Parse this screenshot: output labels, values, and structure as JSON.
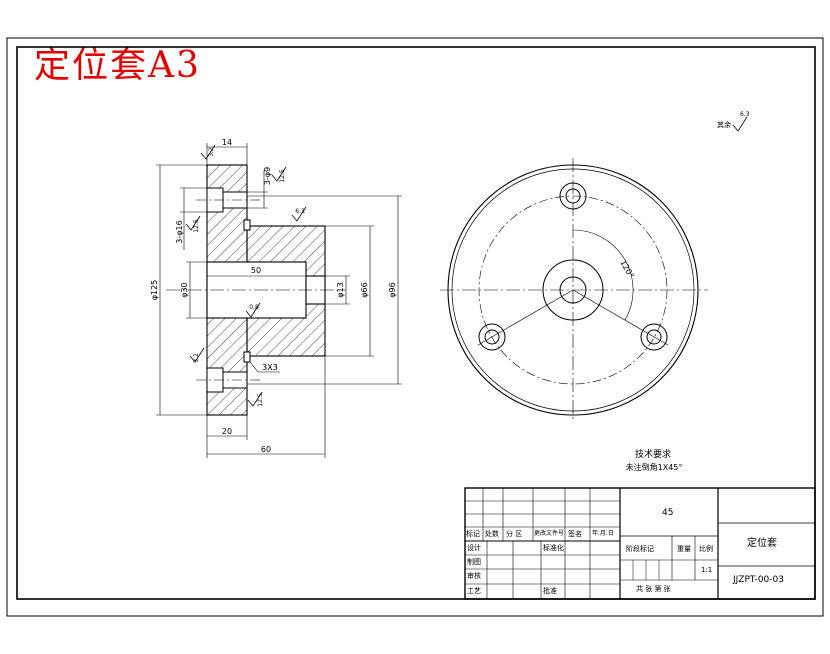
{
  "title_overlay": "定位套A3",
  "dims": {
    "d14": "14",
    "d3phi9": "3-φ9",
    "d3phi16": "3-φ16",
    "d50": "50",
    "d3x3": "3X3",
    "d20": "20",
    "d60": "60",
    "phi125": "φ125",
    "phi30": "φ30",
    "phi13": "φ13",
    "phi66": "φ66",
    "phi96": "φ96",
    "ang120": "120°"
  },
  "roughness": {
    "r32": "3.2",
    "r12": "12.5",
    "r63": "6.3",
    "r08": "0.8",
    "rest": "其余",
    "rest_val": "6.3"
  },
  "notes": {
    "heading": "技术要求",
    "line1": "未注倒角1X45°"
  },
  "title_block": {
    "material": "45",
    "part_name": "定位套",
    "drawing_no": "JJZPT-00-03",
    "scale": "1:1",
    "row_labels": [
      "设计",
      "制图",
      "审核",
      "工艺"
    ],
    "std_label": "标准化",
    "approve_label": "批准",
    "header_row": [
      "标记",
      "处数",
      "分 区",
      "更改文件号",
      "签名",
      "年.月.日"
    ],
    "stage_label": "阶段标记",
    "weight_label": "重量",
    "scale_label": "比例",
    "sheet_text": "共   张   第   张"
  }
}
